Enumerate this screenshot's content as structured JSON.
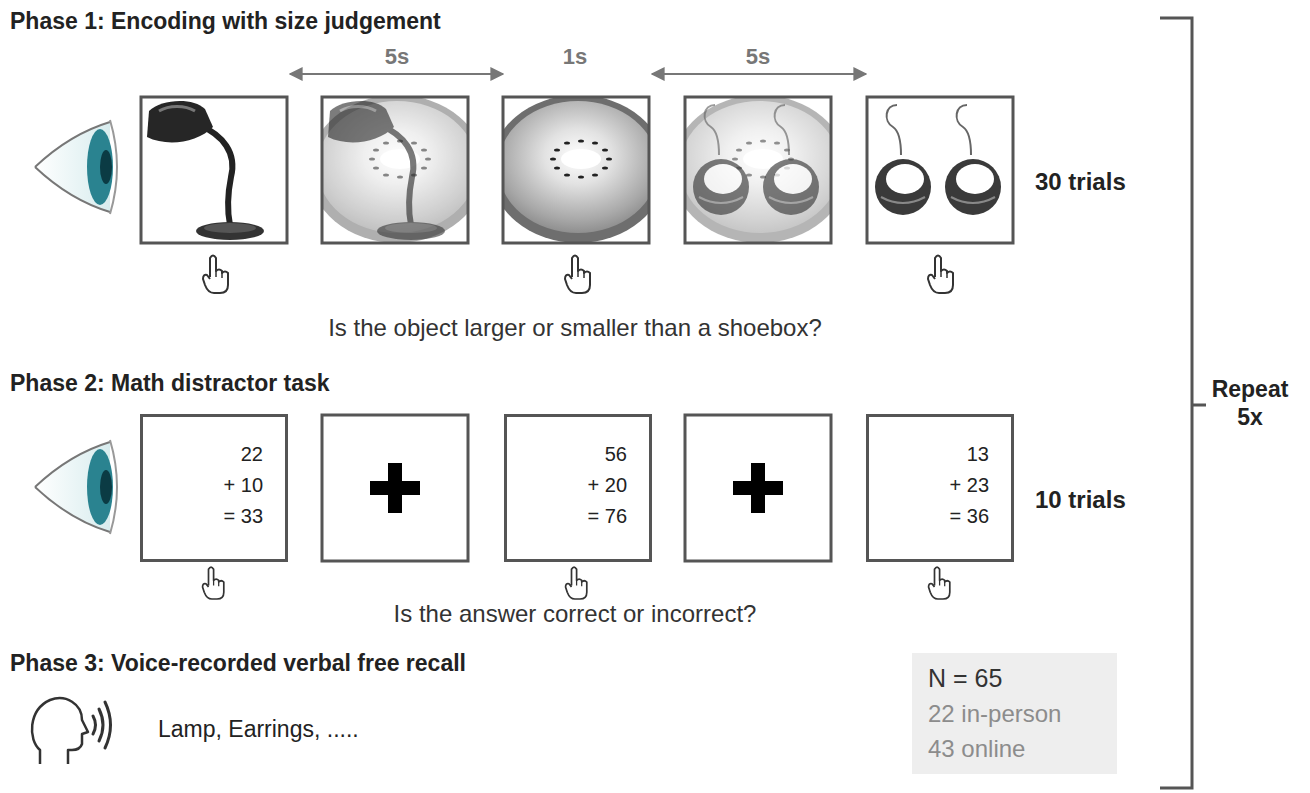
{
  "diagram": {
    "nodes": [
      {
        "text": [
          "22",
          "+ 10",
          "= 33"
        ]
      },
      {
        "text": [
          "56",
          "+ 20",
          "= 76"
        ]
      },
      {
        "text": [
          "13",
          "+ 23",
          "= 36"
        ]
      },
      {
        "text": [
          "N = 65",
          "22 in-person",
          "43 online"
        ]
      }
    ],
    "labels": [
      "Phase 1: Encoding with size judgement",
      "5s",
      "1s",
      "5s",
      "30 trials",
      "Is the object larger or smaller than a shoebox?",
      "Phase 2: Math distractor task",
      "10 trials",
      "Is the answer correct or incorrect?",
      "Phase 3: Voice-recorded verbal free recall",
      "Lamp, Earrings, .....",
      "Repeat 5x"
    ]
  }
}
